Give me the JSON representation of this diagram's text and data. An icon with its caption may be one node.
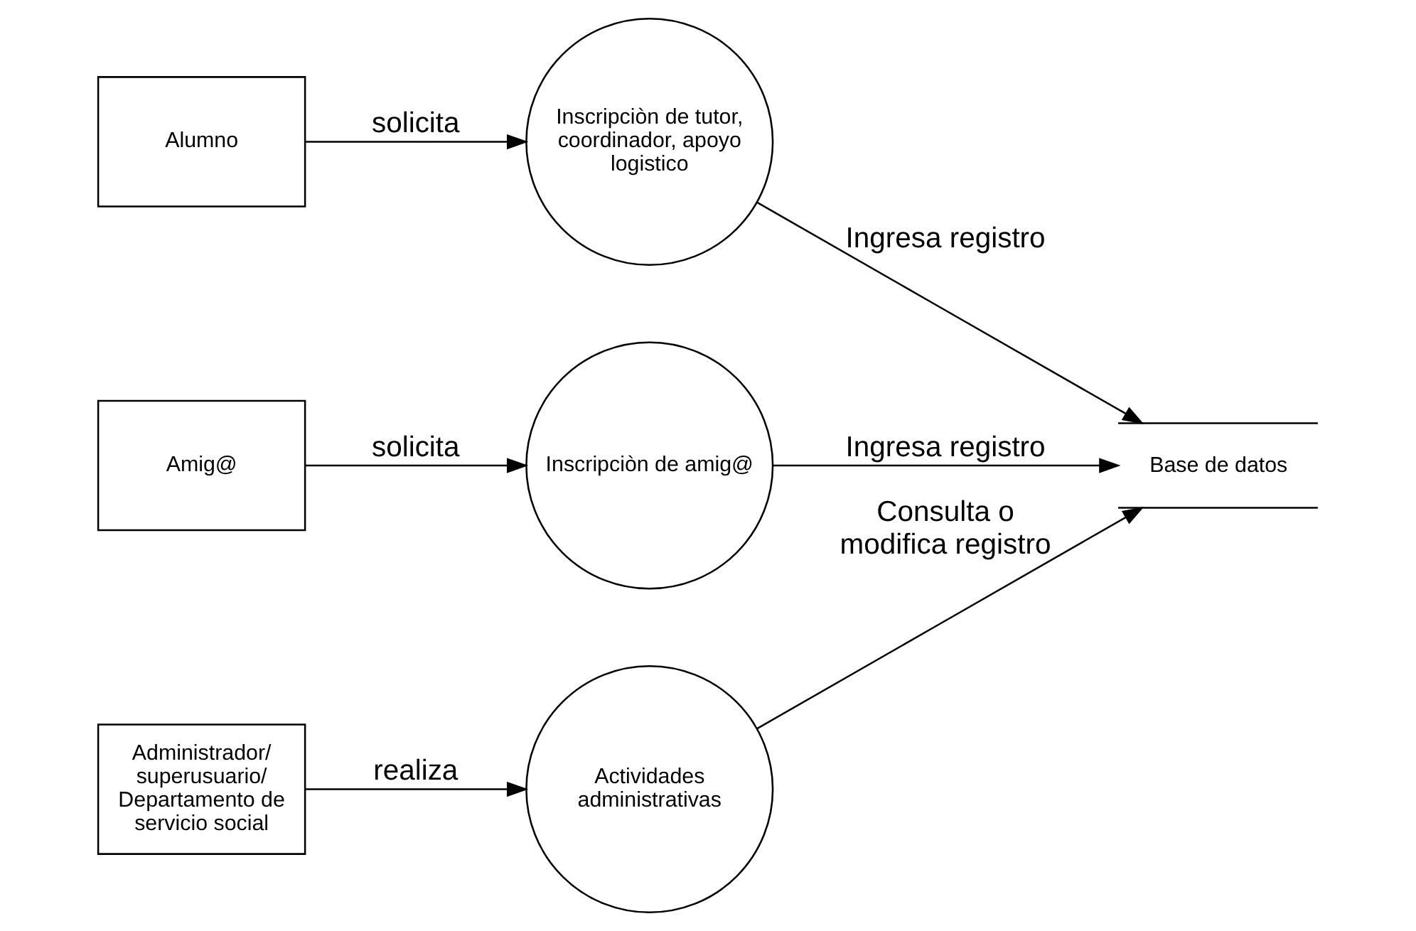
{
  "diagram": {
    "nodes": [
      {
        "text": [
          "Alumno"
        ]
      },
      {
        "text": [
          "Inscripciòn de tutor, coordinador, apoyo logistico"
        ]
      },
      {
        "text": [
          "Amig@"
        ]
      },
      {
        "text": [
          "Inscripciòn de amig@"
        ]
      },
      {
        "text": [
          "Administrador/ superusuario/ Departamento de servicio social"
        ]
      },
      {
        "text": [
          "Actividades administrativas"
        ]
      },
      {
        "text": [
          "Base de datos"
        ]
      }
    ],
    "edges": [
      {
        "from": 0,
        "to": 1,
        "arrow": "to",
        "label": "solicita"
      },
      {
        "from": 1,
        "to": 6,
        "arrow": "to",
        "label": "Ingresa registro"
      },
      {
        "from": 2,
        "to": 3,
        "arrow": "to",
        "label": "solicita"
      },
      {
        "from": 3,
        "to": 6,
        "arrow": "to",
        "label": "Ingresa registro"
      },
      {
        "from": 4,
        "to": 5,
        "arrow": "to",
        "label": "realiza"
      },
      {
        "from": 5,
        "to": 6,
        "arrow": "to",
        "label": "Consulta o modifica registro"
      }
    ]
  }
}
